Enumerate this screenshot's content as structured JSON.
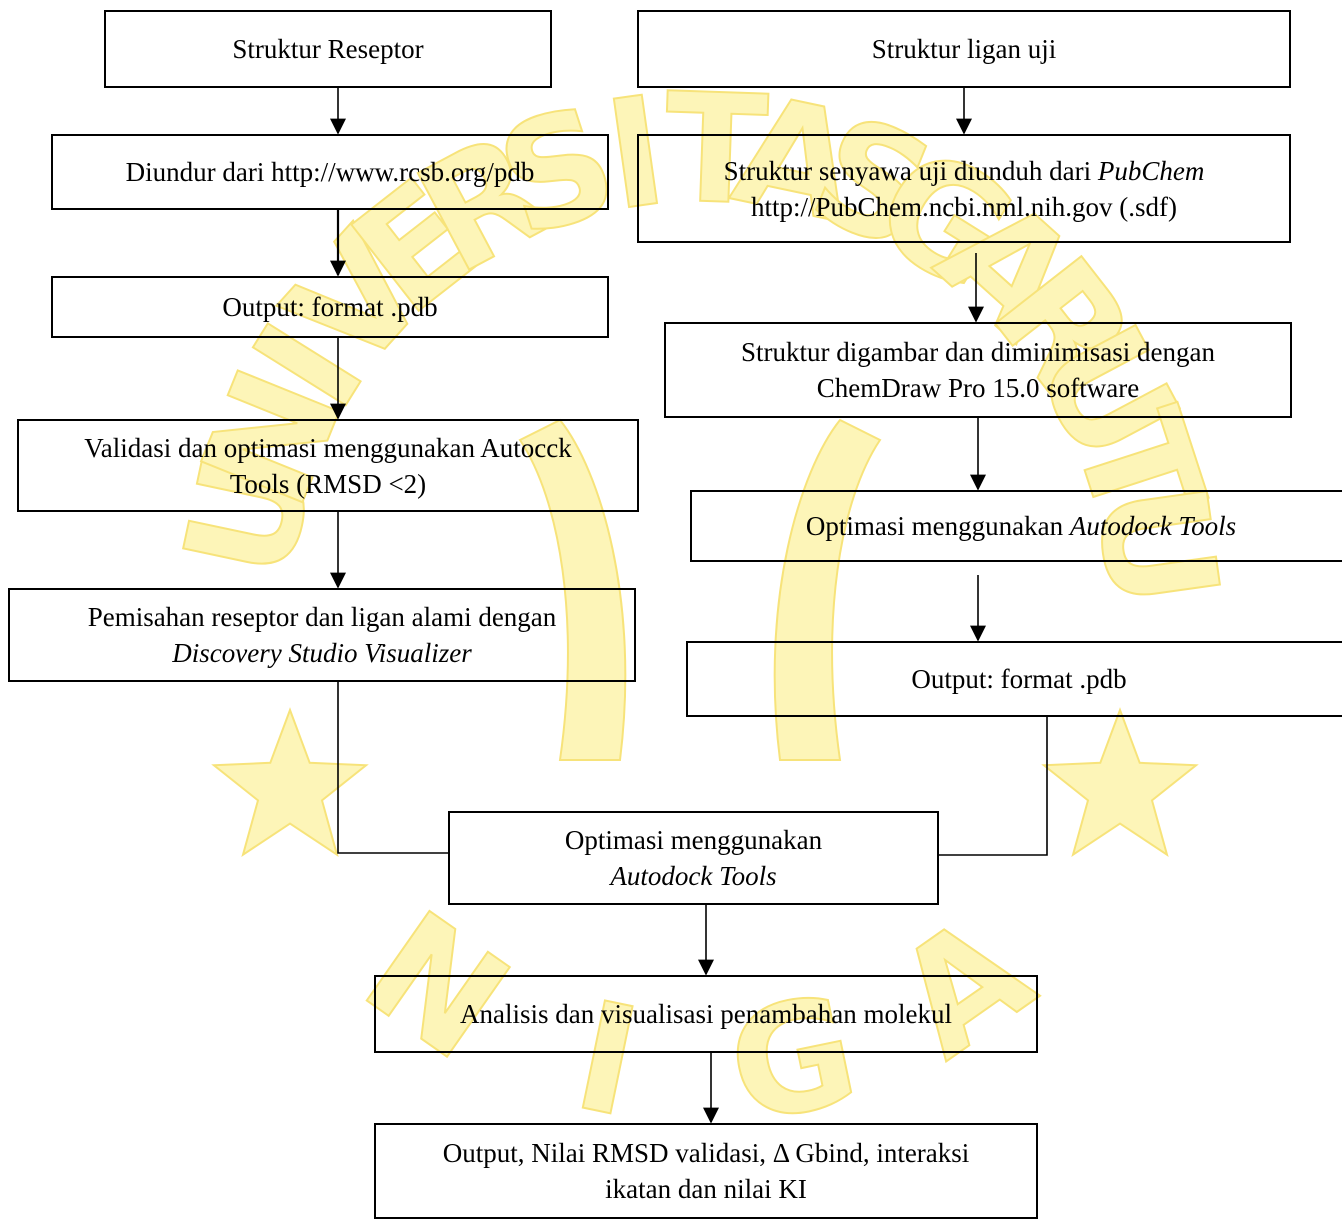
{
  "watermark": {
    "letters": [
      "U",
      "N",
      "I",
      "V",
      "E",
      "R",
      "S",
      "I",
      "T",
      "A",
      "S",
      "G",
      "A",
      "R",
      "U",
      "T",
      "U",
      "N",
      "I",
      "G",
      "A"
    ],
    "fill_color": "#fdf5b8",
    "stroke_color": "#f7e37a"
  },
  "left": {
    "receptor_structure": "Struktur Reseptor",
    "download": "Diundur dari http://www.rcsb.org/pdb",
    "output_pdb": "Output: format .pdb",
    "validation_line1": "Validasi dan optimasi menggunakan Autocck",
    "validation_line2": "Tools (RMSD <2)",
    "separation_line1": "Pemisahan reseptor dan ligan alami dengan",
    "separation_line2": "Discovery Studio Visualizer"
  },
  "right": {
    "ligand_structure": "Struktur ligan uji",
    "download_line1_prefix": "Struktur senyawa uji diunduh dari ",
    "download_line1_italic": "PubChem",
    "download_line2": "http://PubChem.ncbi.nml.nih.gov (.sdf)",
    "drawn_line1": "Struktur digambar dan diminimisasi dengan",
    "drawn_line2": "ChemDraw Pro 15.0 software",
    "optimize_prefix": "Optimasi menggunakan ",
    "optimize_italic": "Autodock Tools",
    "output_pdb": "Output: format .pdb"
  },
  "center": {
    "optimize_line1": "Optimasi menggunakan",
    "optimize_line2": "Autodock Tools",
    "analysis": "Analisis dan visualisasi penambahan molekul",
    "output_line1": "Output, Nilai RMSD validasi, Δ Gbind, interaksi",
    "output_line2": "ikatan dan nilai KI"
  }
}
